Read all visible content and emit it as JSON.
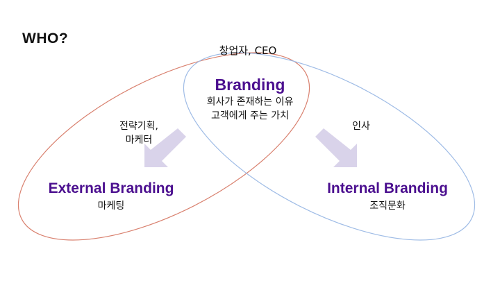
{
  "heading": "WHO?",
  "founder_label": "창업자, CEO",
  "center": {
    "title": "Branding",
    "line1": "회사가 존재하는 이유",
    "line2": "고객에게 주는 가치"
  },
  "left_actor": {
    "line1": "전략기획,",
    "line2": "마케터"
  },
  "right_actor": "인사",
  "external": {
    "title": "External Branding",
    "sub": "마케팅"
  },
  "internal": {
    "title": "Internal Branding",
    "sub": "조직문화"
  },
  "colors": {
    "accent_text": "#4b0f8f",
    "left_ellipse": "#d9816f",
    "right_ellipse": "#9fbce6",
    "arrow_fill": "#d9d3ea"
  }
}
